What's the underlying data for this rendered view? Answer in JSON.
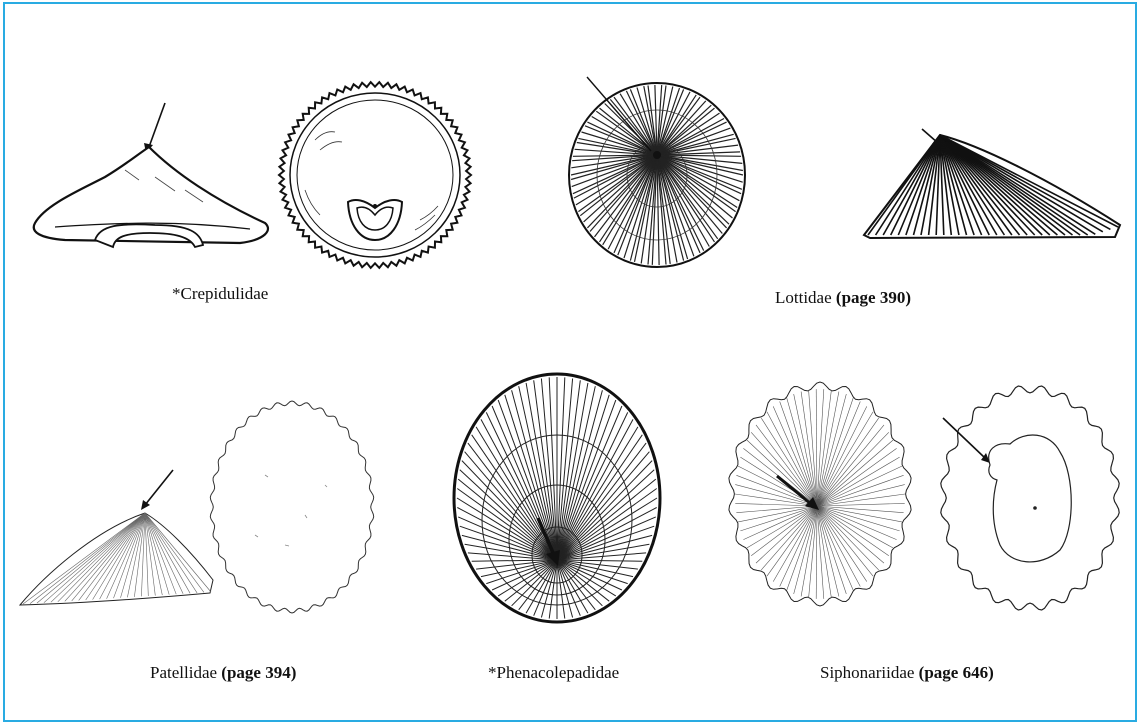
{
  "panels": [
    {
      "name": "*Crepidulidae",
      "page_ref": ""
    },
    {
      "name": "Lottidae",
      "page_ref": "(page 390)"
    },
    {
      "name": "Patellidae",
      "page_ref": "(page 394)"
    },
    {
      "name": "*Phenacolepadidae",
      "page_ref": ""
    },
    {
      "name": "Siphonariidae",
      "page_ref": "(page 646)"
    }
  ],
  "colors": {
    "frame": "#29abe2",
    "ink": "#111111"
  }
}
